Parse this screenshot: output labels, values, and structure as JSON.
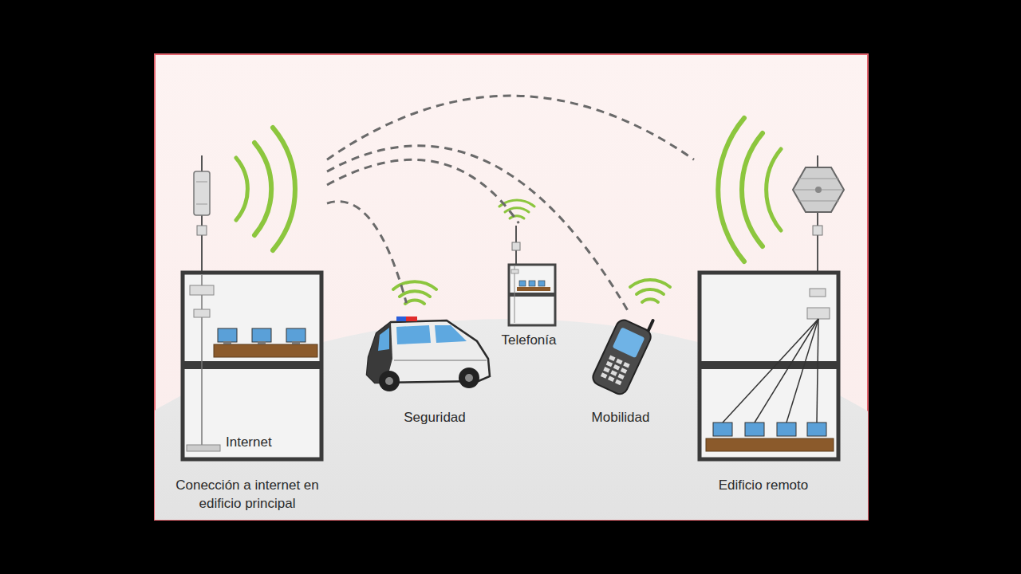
{
  "diagram": {
    "nodes": [
      {
        "text": [
          "Internet",
          "Conección a internet en edificio principal"
        ]
      },
      {
        "text": [
          "Seguridad"
        ]
      },
      {
        "text": [
          "Telefonía"
        ]
      },
      {
        "text": [
          "Mobilidad"
        ]
      },
      {
        "text": [
          "Edificio remoto"
        ]
      }
    ],
    "edges": [
      {
        "from": 0,
        "to": 4,
        "arrow": "none"
      },
      {
        "from": 0,
        "to": 3,
        "arrow": "none"
      },
      {
        "from": 0,
        "to": 2,
        "arrow": "none"
      },
      {
        "from": 0,
        "to": 1,
        "arrow": "none"
      }
    ]
  }
}
